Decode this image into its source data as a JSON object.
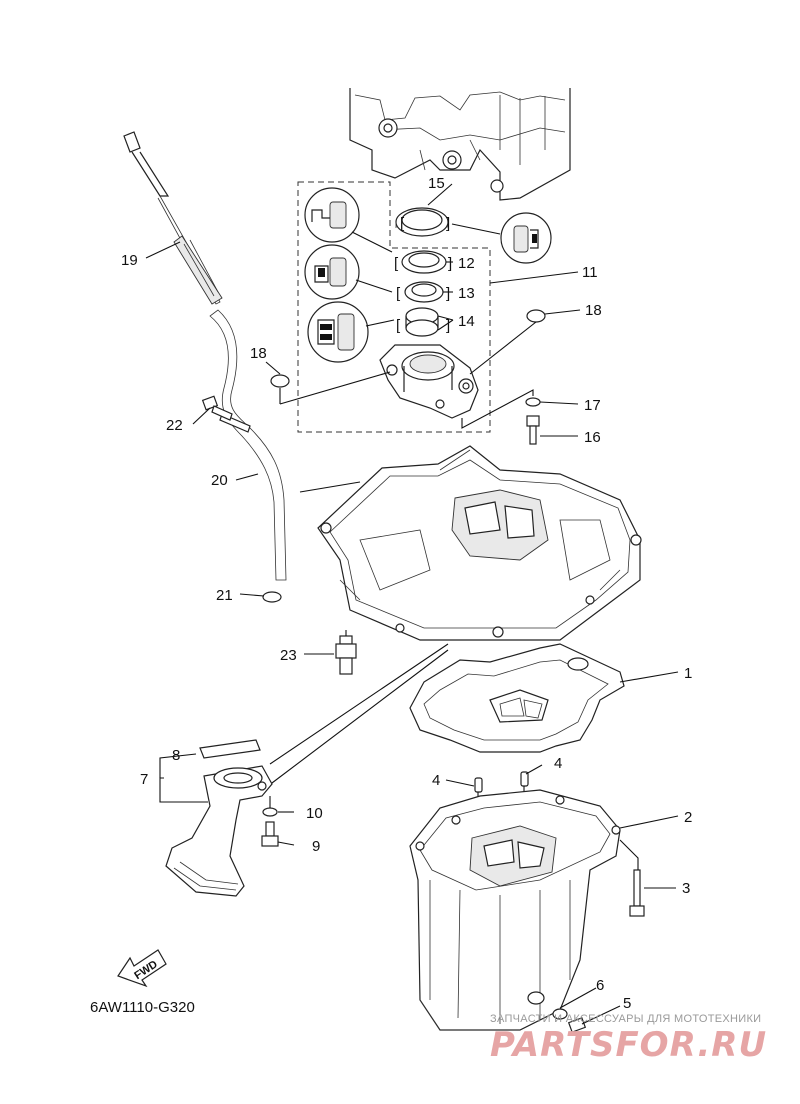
{
  "diagram_code": "6AW1110-G320",
  "fwd_label": "FWD",
  "watermark": {
    "tagline": "ЗАПЧАСТИ И АКСЕССУАРЫ ДЛЯ МОТОТЕХНИКИ",
    "brand": "PARTSFOR.RU"
  },
  "callouts": [
    "1",
    "2",
    "3",
    "4",
    "4",
    "5",
    "6",
    "7",
    "8",
    "9",
    "10",
    "11",
    "12",
    "13",
    "14",
    "15",
    "16",
    "17",
    "18",
    "18",
    "19",
    "20",
    "21",
    "22",
    "23"
  ]
}
